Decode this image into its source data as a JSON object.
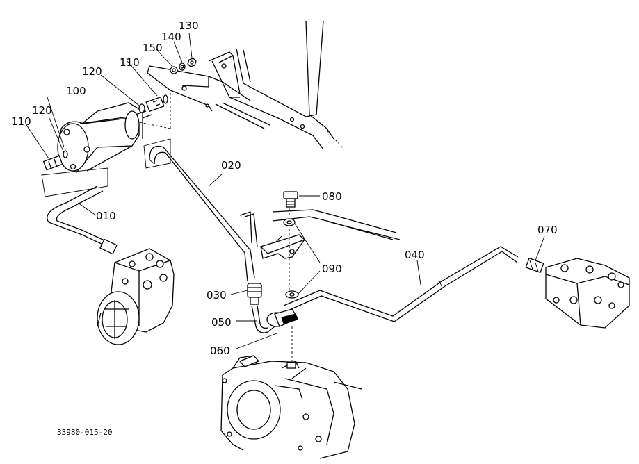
{
  "figure": {
    "drawing_code": "33980-015-20",
    "callouts": {
      "c010": "010",
      "c020": "020",
      "c030": "030",
      "c040": "040",
      "c050": "050",
      "c060": "060",
      "c070": "070",
      "c080": "080",
      "c090": "090",
      "c100": "100",
      "c110a": "110",
      "c110b": "110",
      "c120a": "120",
      "c120b": "120",
      "c130": "130",
      "c140": "140",
      "c150": "150"
    }
  }
}
